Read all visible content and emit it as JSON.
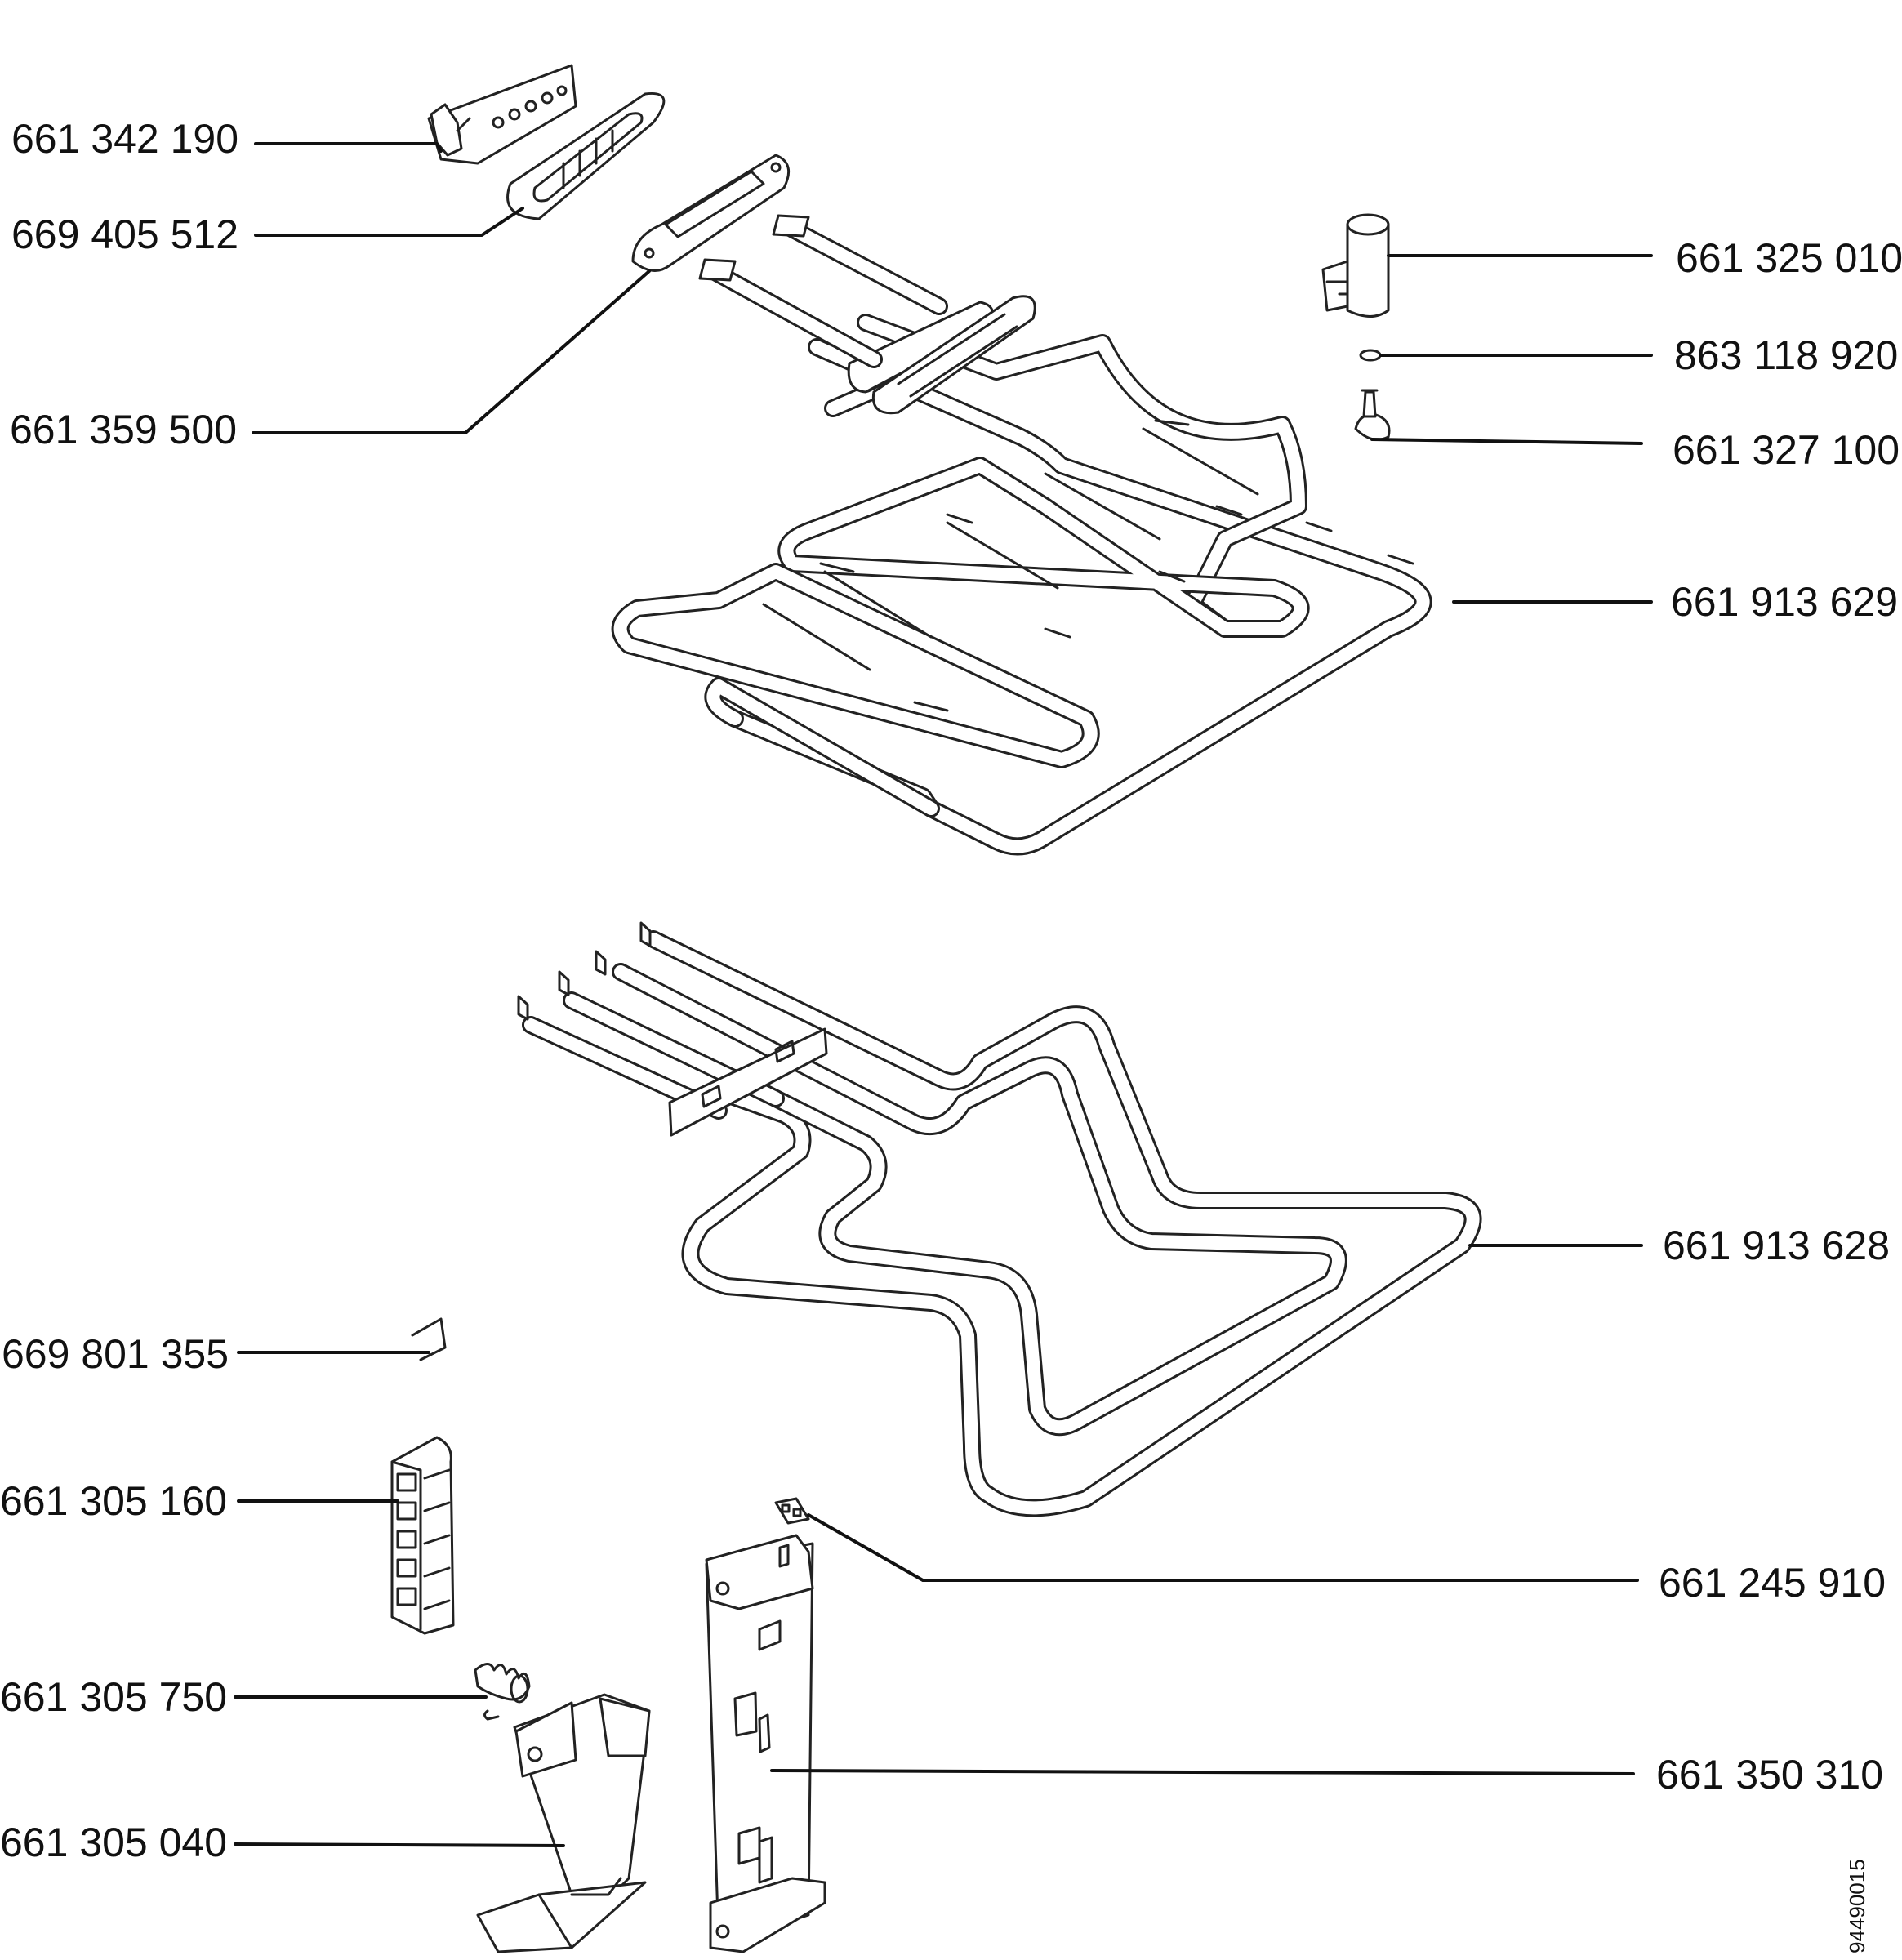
{
  "drawing_code": "94490015",
  "callouts": [
    {
      "id": "p661342190",
      "label": "661 342 190"
    },
    {
      "id": "p669405512",
      "label": "669 405 512"
    },
    {
      "id": "p661359500",
      "label": "661 359 500"
    },
    {
      "id": "p661325010",
      "label": "661 325 010"
    },
    {
      "id": "p863118920",
      "label": "863 118 920"
    },
    {
      "id": "p661327100",
      "label": "661 327 100"
    },
    {
      "id": "p661913629",
      "label": "661 913 629"
    },
    {
      "id": "p661913628",
      "label": "661 913 628"
    },
    {
      "id": "p669801355",
      "label": "669 801 355"
    },
    {
      "id": "p661305160",
      "label": "661 305 160"
    },
    {
      "id": "p661245910",
      "label": "661 245 910"
    },
    {
      "id": "p661305750",
      "label": "661 305 750"
    },
    {
      "id": "p661350310",
      "label": "661 350 310"
    },
    {
      "id": "p661305040",
      "label": "661 305 040"
    }
  ]
}
